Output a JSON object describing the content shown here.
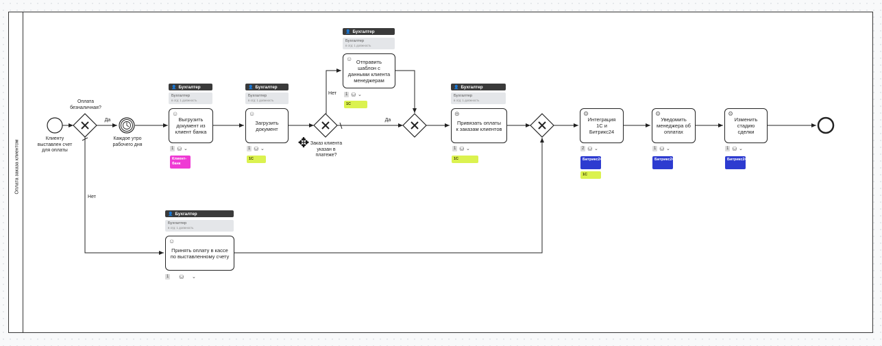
{
  "pool": {
    "label": "Оплата заказа клиентом"
  },
  "role": {
    "title": "Бухгалтер",
    "subtitle": "Бухгалтер",
    "position": "в отд: 1 должность"
  },
  "events": {
    "start_label": "Клиенту выставлен счет для оплаты",
    "timer_label": "Каждое утро рабочего дня"
  },
  "gateways": {
    "g1_label": "Оплата безналичная?",
    "g2_label": "Заказ клиента указан в платеже?"
  },
  "flow_labels": {
    "yes_1": "Да",
    "no_1": "Нет",
    "yes_2": "Да",
    "no_2": "Нет"
  },
  "tasks": [
    {
      "label": "Выгрузить документ из клиент банка",
      "count": "1",
      "tag": "Клиент-банк"
    },
    {
      "label": "Загрузить документ",
      "count": "1",
      "tag": "1С"
    },
    {
      "label": "Отправить шаблон с данными клиента менеджерам",
      "count": "1",
      "tag": "1С"
    },
    {
      "label": "Привязать оплаты к заказам клиентов",
      "count": "1",
      "tag": "1С"
    },
    {
      "label": "Принять оплату в кассе по выставленному счету",
      "count": "1"
    },
    {
      "label": "Интеграция 1С и Битрикс24",
      "count": "2",
      "tag": "Битрикс24",
      "tag2": "1С"
    },
    {
      "label": "Уведомить менеджера об оплатах",
      "count": "1",
      "tag": "Битрикс24"
    },
    {
      "label": "Изменить стадию сделки",
      "count": "1",
      "tag": "Битрикс24"
    }
  ],
  "icons": {
    "user": "user-icon",
    "gear": "gear-icon",
    "database": "database-icon",
    "chevron": "chevron-down-icon",
    "timer": "timer-icon",
    "move": "move-cursor-icon"
  },
  "colors": {
    "tag_1c": "#dbf24f",
    "tag_klient": "#ef3ad4",
    "tag_bitrix": "#2d3bd0",
    "role_head": "#3a3a3a"
  }
}
